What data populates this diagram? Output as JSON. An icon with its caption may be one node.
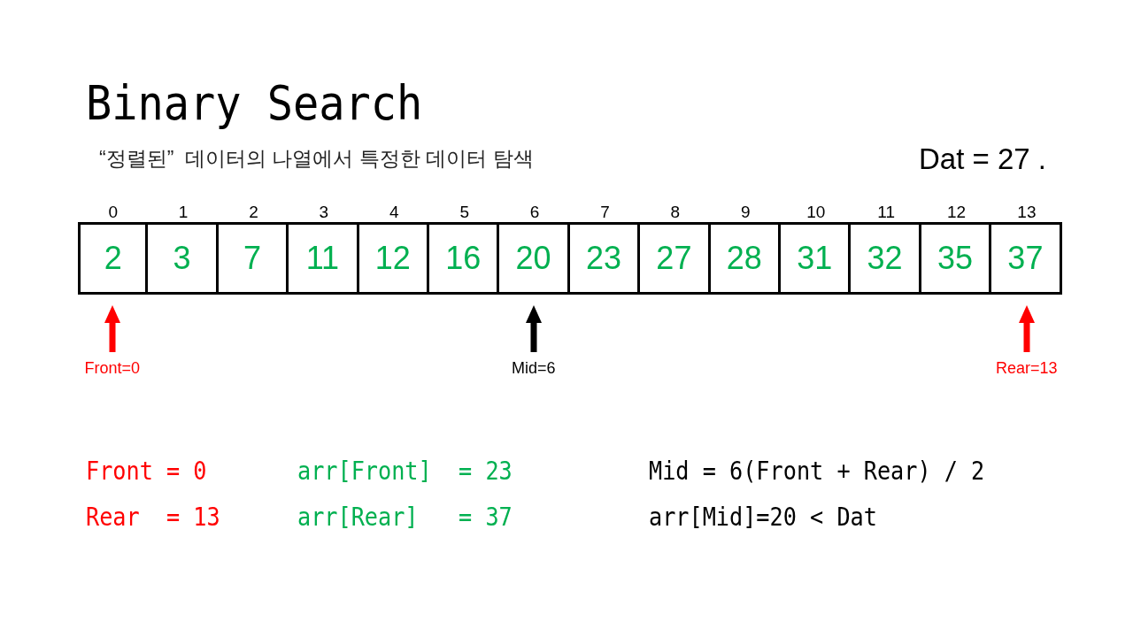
{
  "diagram": {
    "title": "Binary Search",
    "nodes": [
      {
        "text": [
          "2"
        ],
        "beside": [
          "0"
        ]
      },
      {
        "text": [
          "3"
        ],
        "beside": [
          "1"
        ]
      },
      {
        "text": [
          "7"
        ],
        "beside": [
          "2"
        ]
      },
      {
        "text": [
          "11"
        ],
        "beside": [
          "3"
        ]
      },
      {
        "text": [
          "12"
        ],
        "beside": [
          "4"
        ]
      },
      {
        "text": [
          "16"
        ],
        "beside": [
          "5"
        ]
      },
      {
        "text": [
          "20"
        ],
        "beside": [
          "6"
        ]
      },
      {
        "text": [
          "23"
        ],
        "beside": [
          "7"
        ]
      },
      {
        "text": [
          "27"
        ],
        "beside": [
          "8"
        ]
      },
      {
        "text": [
          "28"
        ],
        "beside": [
          "9"
        ]
      },
      {
        "text": [
          "31"
        ],
        "beside": [
          "10"
        ]
      },
      {
        "text": [
          "32"
        ],
        "beside": [
          "11"
        ]
      },
      {
        "text": [
          "35"
        ],
        "beside": [
          "12"
        ]
      },
      {
        "text": [
          "37"
        ],
        "beside": [
          "13"
        ]
      },
      {
        "text": [
          "Front=0"
        ]
      },
      {
        "text": [
          "Mid=6"
        ]
      },
      {
        "text": [
          "Rear=13"
        ]
      }
    ],
    "edges": [
      {
        "from": 14,
        "to": 0,
        "arrow": "to"
      },
      {
        "from": 15,
        "to": 6,
        "arrow": "to",
        "color": "#000000"
      },
      {
        "from": 16,
        "to": 13,
        "arrow": "to"
      }
    ],
    "labels": [
      "“정렬된”  데이터의 나열에서 특정한 데이터 탐색",
      "Dat = 27 .",
      "Front = 0",
      "arr[Front]  = 23",
      "Mid = 6(Front + Rear) / 2",
      "Rear  = 13",
      "arr[Rear]   = 37",
      "arr[Mid]=20 < Dat"
    ]
  }
}
